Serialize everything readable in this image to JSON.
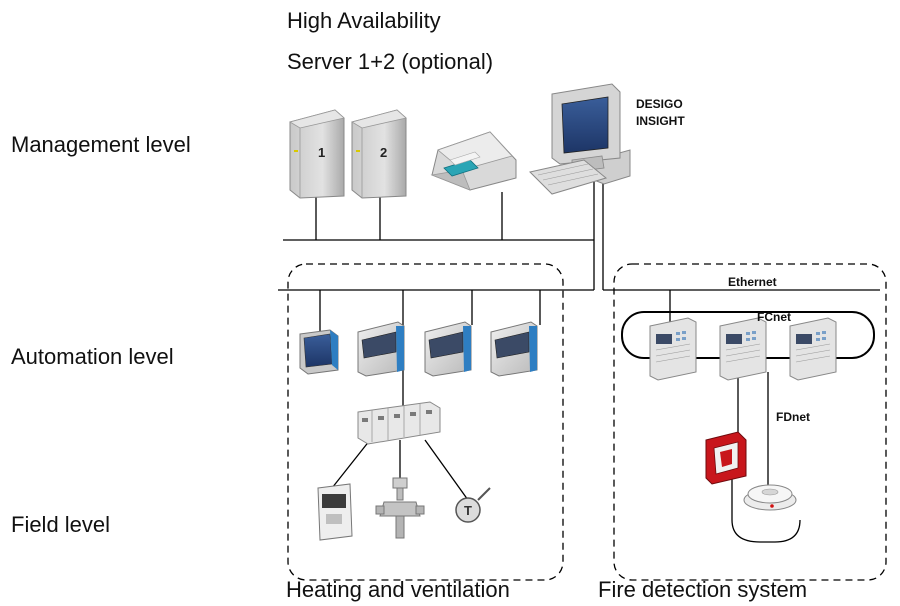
{
  "header": {
    "line1": "High Availability",
    "line2": "Server 1+2 (optional)"
  },
  "levels": {
    "management": "Management level",
    "automation": "Automation level",
    "field": "Field level"
  },
  "workstation": {
    "line1": "DESIGO",
    "line2": "INSIGHT"
  },
  "servers": {
    "s1": "1",
    "s2": "2"
  },
  "networks": {
    "ethernet": "Ethernet",
    "fcnet": "FCnet",
    "fdnet": "FDnet"
  },
  "systems": {
    "hvac": "Heating and ventilation",
    "fire": "Fire detection system"
  },
  "icons": {
    "server": "server-tower-icon",
    "printer": "printer-icon",
    "workstation": "workstation-pc-icon",
    "touch_panel": "touch-panel-icon",
    "controller": "automation-controller-icon",
    "io_module": "io-module-icon",
    "room_unit": "room-unit-icon",
    "valve": "valve-actuator-icon",
    "sensor": "temperature-sensor-icon",
    "fire_panel": "fire-control-panel-icon",
    "call_point": "manual-call-point-icon",
    "smoke_detector": "smoke-detector-icon"
  }
}
